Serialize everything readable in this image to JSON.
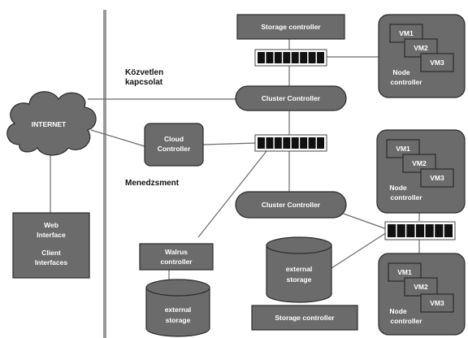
{
  "labels": {
    "internet": "INTERNET",
    "direct_connection": [
      "Közvetlen",
      "kapcsolat"
    ],
    "management": "Menedzsment",
    "web_interface": [
      "Web",
      "Interface"
    ],
    "client_interfaces": [
      "Client",
      "Interfaces"
    ],
    "cloud_controller": [
      "Cloud",
      "Controller"
    ],
    "walrus_controller": [
      "Walrus",
      "controller"
    ],
    "external_storage": [
      "external",
      "storage"
    ],
    "storage_controller_top": "Storage controller",
    "storage_controller_bottom": "Storage  controller",
    "cluster_controller": "Cluster Controller",
    "external_storage_mid": [
      "external",
      "storage"
    ],
    "node_controller": [
      "Node",
      "controller"
    ],
    "vms": [
      "VM1",
      "VM2",
      "VM3"
    ]
  },
  "colors": {
    "box_fill": "#6b6b6b",
    "box_stroke": "#2a2a2a",
    "line": "#6a6a6a",
    "divider": "#9a9a9a",
    "switch_port": "#111111"
  }
}
